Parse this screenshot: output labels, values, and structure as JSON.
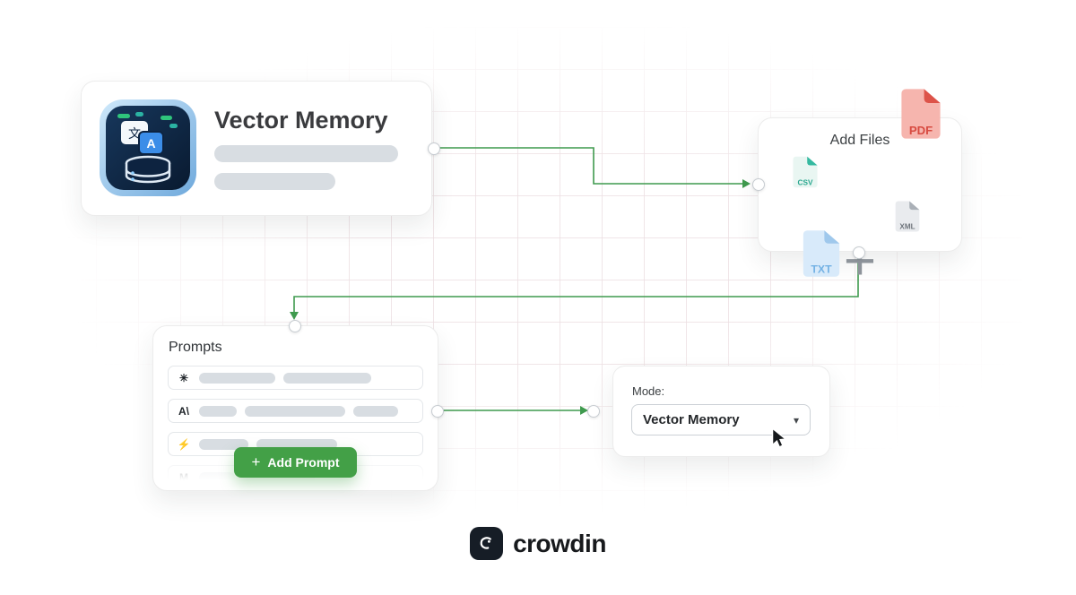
{
  "diagram": {
    "vector_memory": {
      "title": "Vector Memory"
    },
    "add_files": {
      "title": "Add Files",
      "plus": "+",
      "files": {
        "csv": {
          "label": "CSV",
          "body": "#e9f6f2",
          "fold": "#35b9a0",
          "text": "#2aa78f"
        },
        "xml": {
          "label": "XML",
          "body": "#e9ebee",
          "fold": "#aab0b7",
          "text": "#6d737a"
        },
        "txt": {
          "label": "TXT",
          "body": "#d8eafa",
          "fold": "#9fc8ec",
          "text": "#74b2e4"
        },
        "pdf": {
          "label": "PDF",
          "body": "#f6b5ae",
          "fold": "#dd5349",
          "text": "#d84b41"
        }
      }
    },
    "prompts": {
      "title": "Prompts",
      "add_button_plus": "+",
      "add_button": "Add Prompt",
      "rows": [
        {
          "icon": "✳"
        },
        {
          "icon": "A\\"
        },
        {
          "icon": "⚡"
        },
        {
          "icon": "M"
        }
      ]
    },
    "mode": {
      "label": "Mode:",
      "value": "Vector Memory",
      "chevron": "▾"
    }
  },
  "footer": {
    "brand": "crowdin"
  },
  "colors": {
    "arrow": "#3f9a4e",
    "button_green": "#43a047"
  }
}
